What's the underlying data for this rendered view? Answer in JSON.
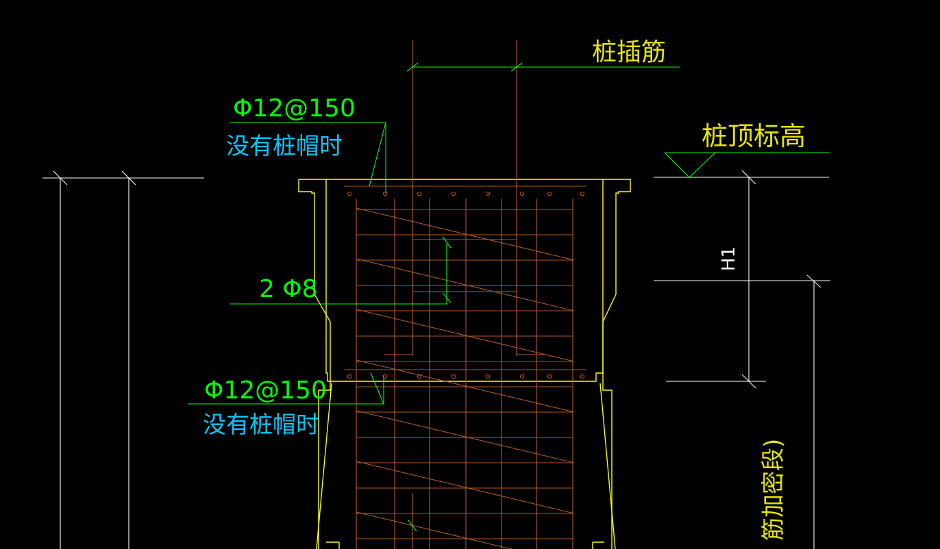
{
  "colors": {
    "background": "#000000",
    "outline": "#ffff00",
    "rebar": "#b35a1f",
    "leader": "#00ff00",
    "dimension": "#ffffff",
    "label_yellow": "#e6e600",
    "label_green": "#00ff00",
    "label_cyan": "#00c8ff"
  },
  "labels": {
    "pile_dowel": "桩插筋",
    "pile_top_elevation": "桩顶标高",
    "stirrup_top": "Φ12@150",
    "no_cap_top": "没有桩帽时",
    "bar_2phi8": "2 Φ8",
    "stirrup_bottom": "Φ12@150",
    "no_cap_bottom": "没有桩帽时",
    "dim_h1": "H1",
    "vertical_note": "筋加密段)"
  }
}
